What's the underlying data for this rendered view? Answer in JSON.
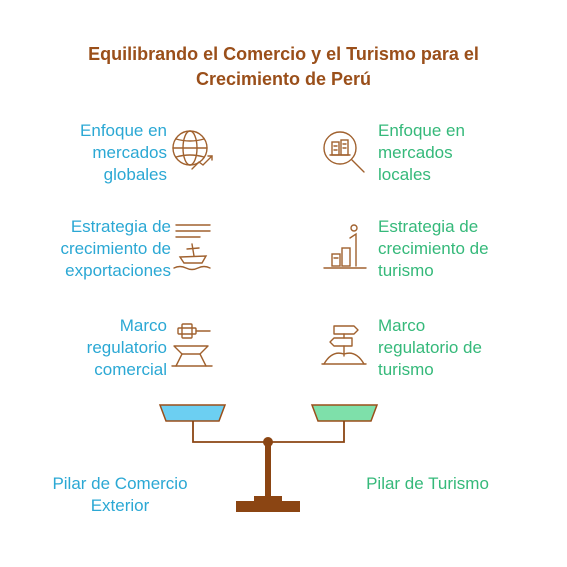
{
  "title": [
    "Equilibrando el Comercio y el Turismo para el",
    "Crecimiento de Perú"
  ],
  "left_items": [
    {
      "lines": [
        "Enfoque en",
        "mercados",
        "globales"
      ],
      "icon": "globe-growth-icon"
    },
    {
      "lines": [
        "Estrategia de",
        "crecimiento de",
        "exportaciones"
      ],
      "icon": "ship-icon"
    },
    {
      "lines": [
        "Marco",
        "regulatorio",
        "comercial"
      ],
      "icon": "gavel-icon"
    }
  ],
  "right_items": [
    {
      "lines": [
        "Enfoque en",
        "mercados",
        "locales"
      ],
      "icon": "magnifier-market-icon"
    },
    {
      "lines": [
        "Estrategia de",
        "crecimiento de",
        "turismo"
      ],
      "icon": "growth-chart-icon"
    },
    {
      "lines": [
        "Marco",
        "regulatorio de",
        "turismo"
      ],
      "icon": "signpost-icon"
    }
  ],
  "pillars": {
    "left": [
      "Pilar de Comercio",
      "Exterior"
    ],
    "right": [
      "Pilar de Turismo"
    ]
  },
  "colors": {
    "title": "#9a4f1a",
    "left_text": "#2ba8d4",
    "right_text": "#35b97a",
    "icon": "#a0612e",
    "left_pan": "#6ccff2",
    "right_pan": "#7ee0aa",
    "scale": "#8b4513"
  }
}
